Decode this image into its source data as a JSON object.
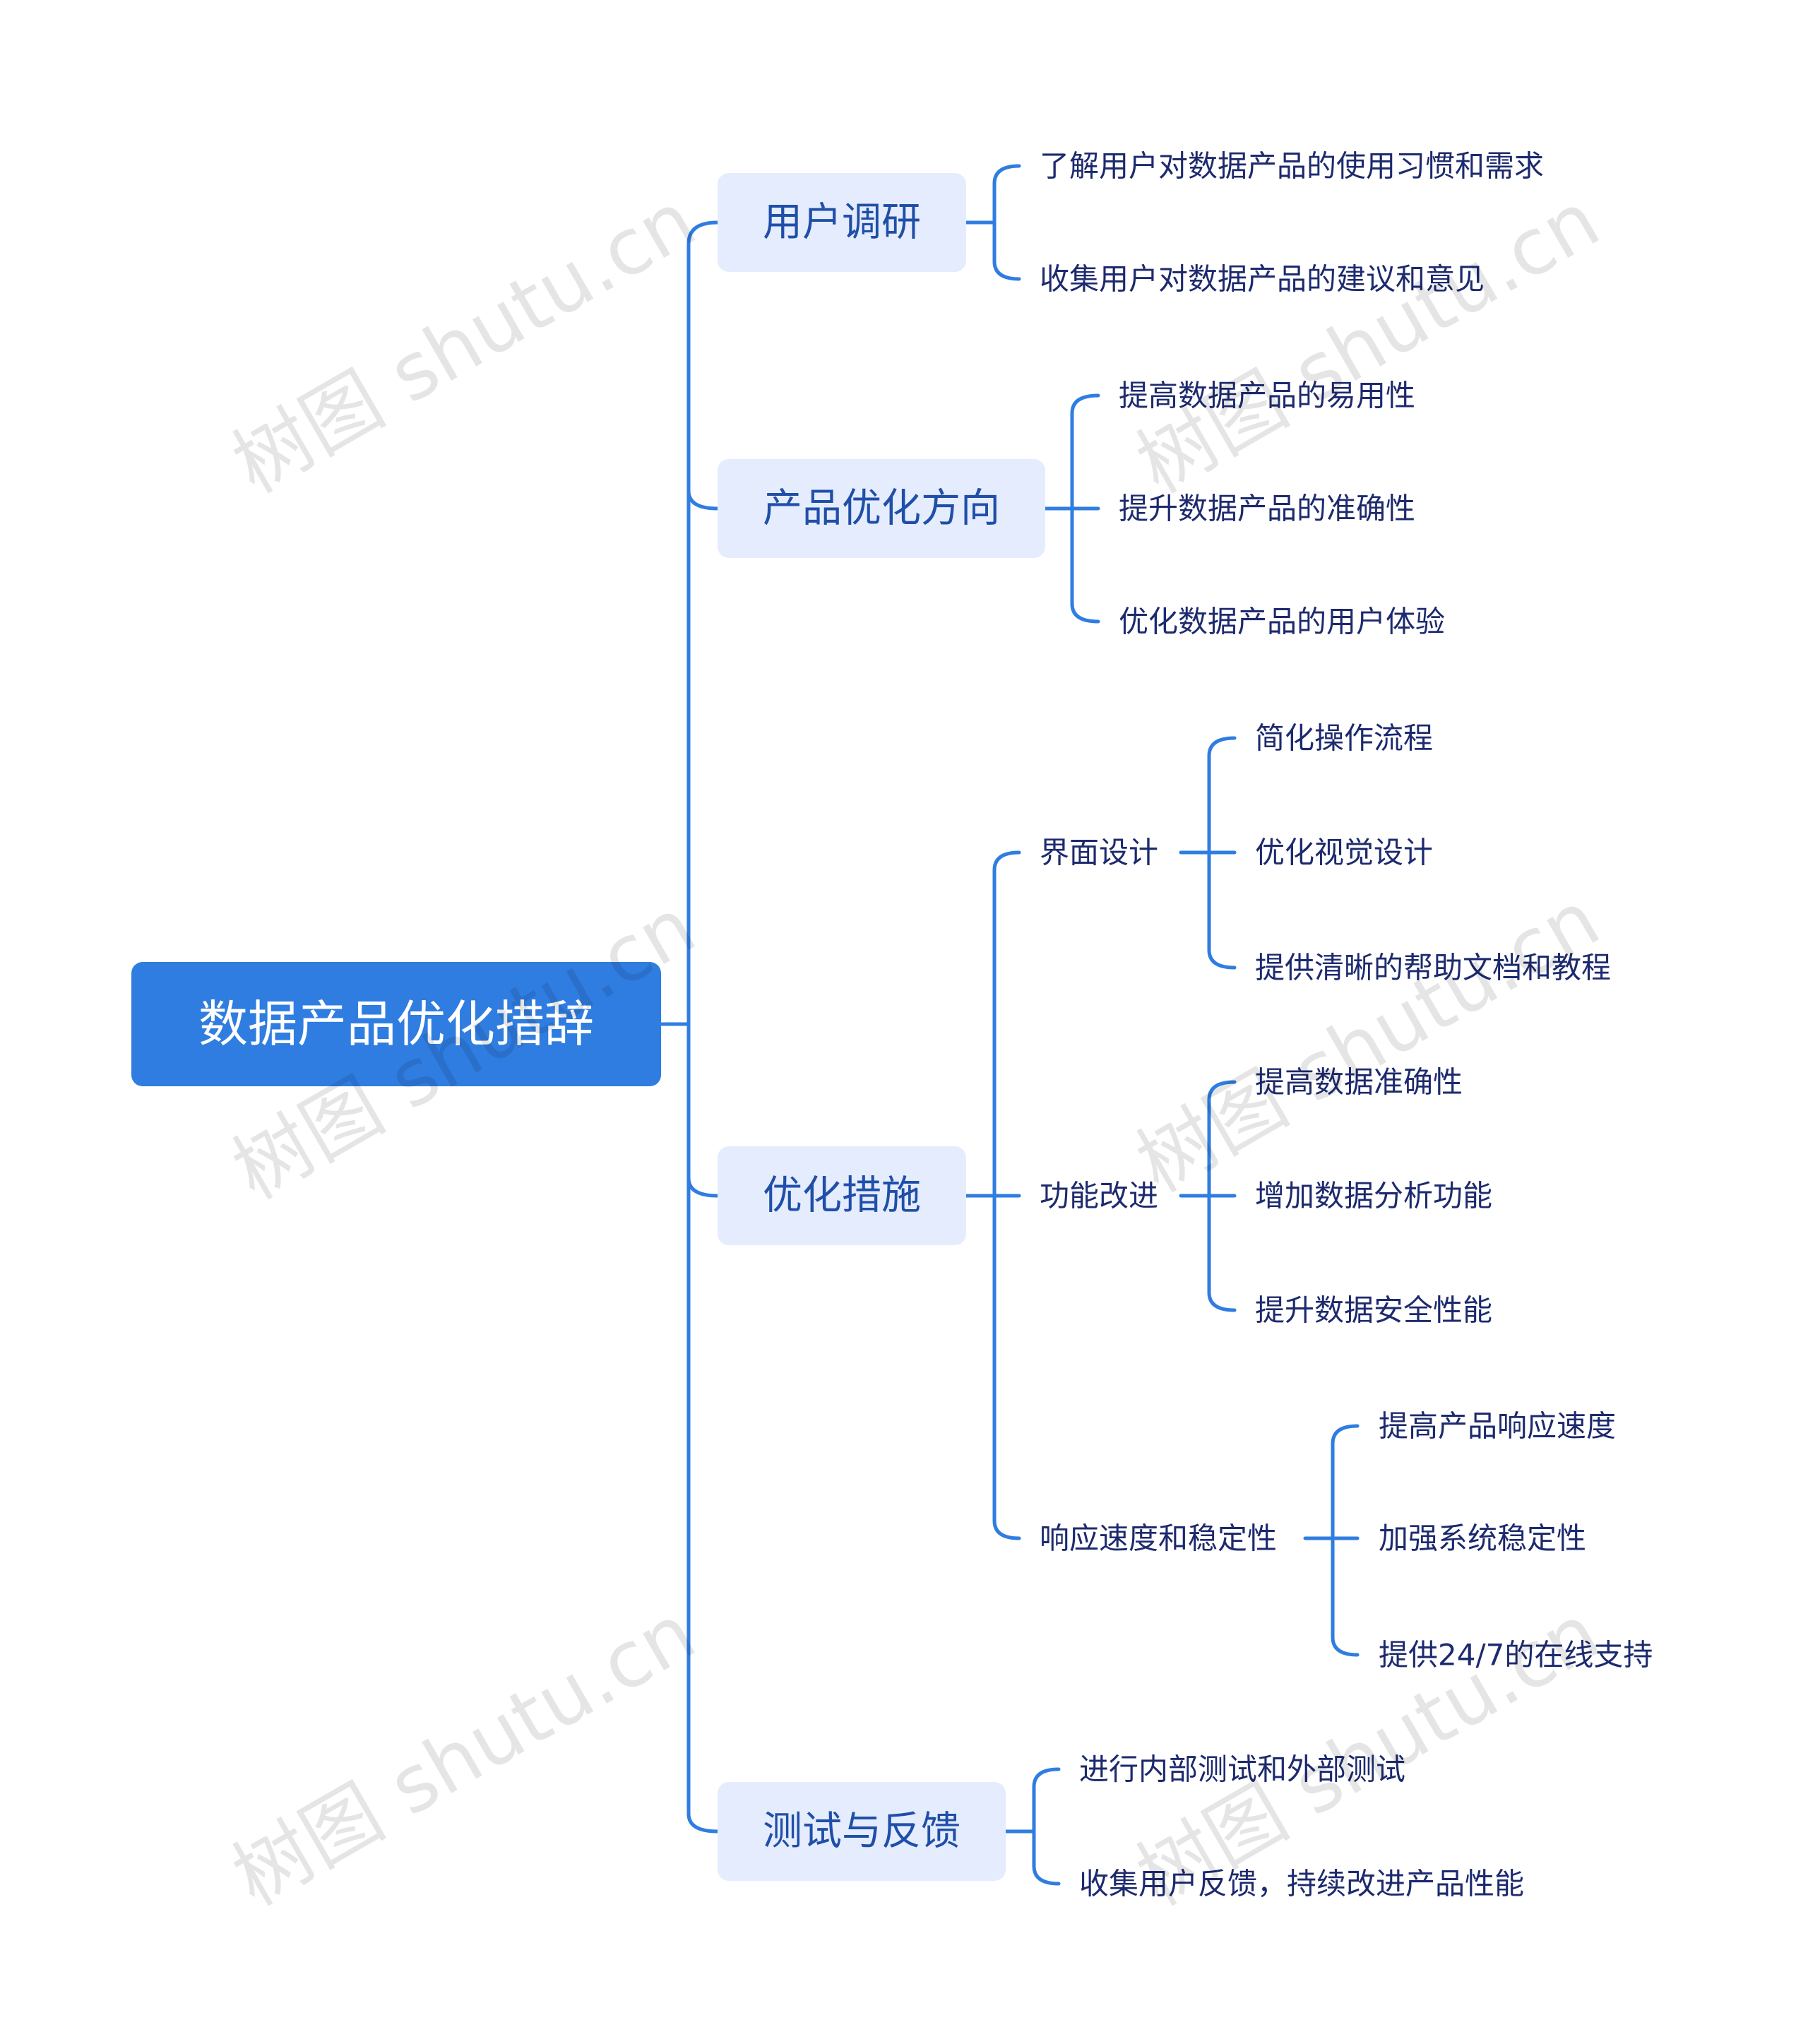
{
  "mindmap": {
    "root": {
      "label": "数据产品优化措辞"
    },
    "branches": [
      {
        "label": "用户调研",
        "leaves": [
          "了解用户对数据产品的使用习惯和需求",
          "收集用户对数据产品的建议和意见"
        ]
      },
      {
        "label": "产品优化方向",
        "leaves": [
          "提高数据产品的易用性",
          "提升数据产品的准确性",
          "优化数据产品的用户体验"
        ]
      },
      {
        "label": "优化措施",
        "subgroups": [
          {
            "label": "界面设计",
            "leaves": [
              "简化操作流程",
              "优化视觉设计",
              "提供清晰的帮助文档和教程"
            ]
          },
          {
            "label": "功能改进",
            "leaves": [
              "提高数据准确性",
              "增加数据分析功能",
              "提升数据安全性能"
            ]
          },
          {
            "label": "响应速度和稳定性",
            "leaves": [
              "提高产品响应速度",
              "加强系统稳定性",
              "提供24/7的在线支持"
            ]
          }
        ]
      },
      {
        "label": "测试与反馈",
        "leaves": [
          "进行内部测试和外部测试",
          "收集用户反馈，持续改进产品性能"
        ]
      }
    ]
  },
  "watermark": {
    "text": "树图 shutu.cn"
  },
  "colors": {
    "root_fill": "#2f7de1",
    "branch_fill": "#e5ecfd",
    "line": "#2f7de1",
    "branch_text": "#1f4fa8",
    "leaf_text": "#1d2a6e"
  }
}
